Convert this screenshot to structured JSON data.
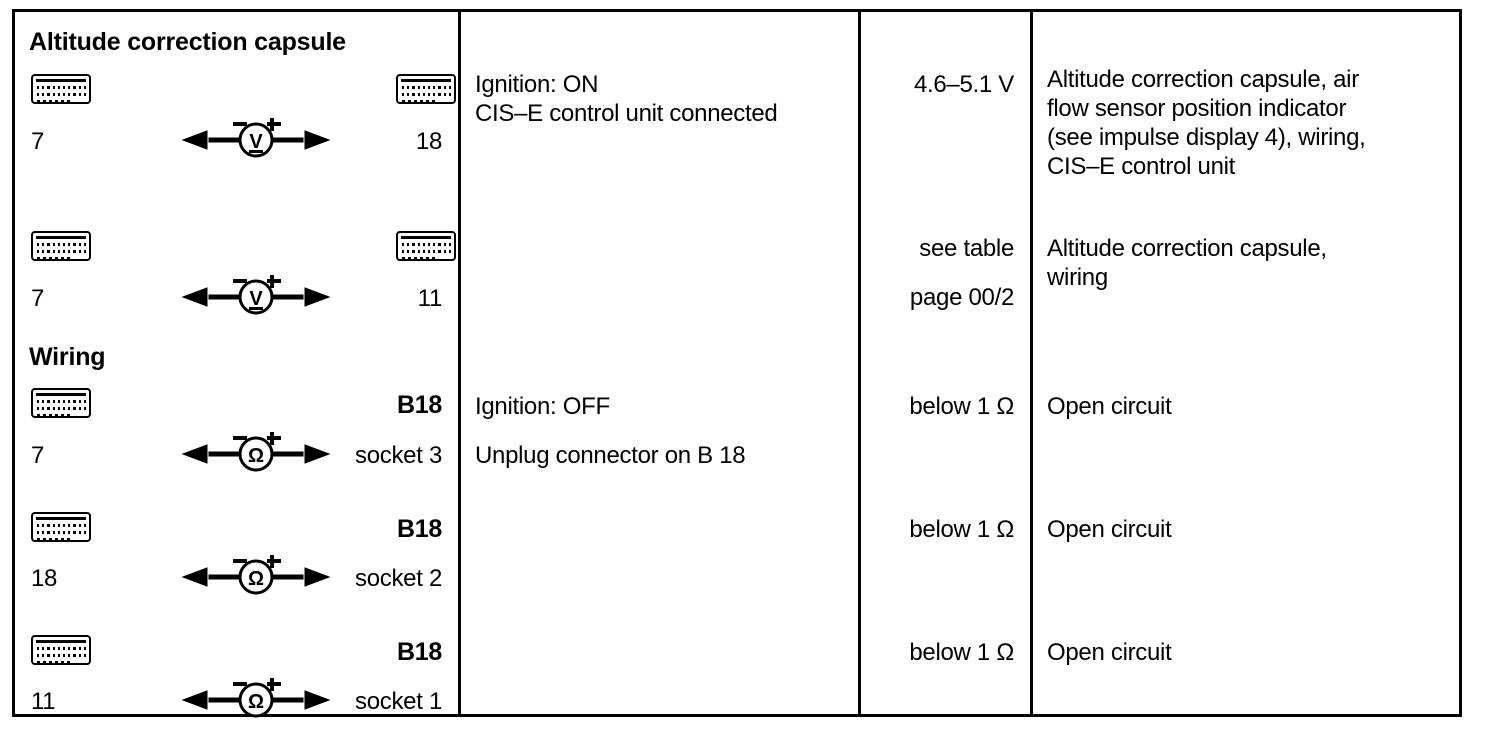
{
  "document": {
    "type": "automotive-test-table",
    "title": "Altitude correction capsule test table"
  },
  "columns": {
    "diagram_header": "",
    "condition_header": "",
    "value_header": "",
    "description_header": ""
  },
  "sections": [
    {
      "id": "altitude",
      "label": "Altitude correction capsule"
    },
    {
      "id": "wiring",
      "label": "Wiring"
    }
  ],
  "rows": [
    {
      "id": "row-1",
      "section": "altitude",
      "left_pin": "7",
      "right_pin": "18",
      "right_pin_bold": false,
      "left_icon": "connector-plug-icon",
      "right_icon": "connector-plug-icon",
      "meter": "voltmeter-icon",
      "meter_symbol": "V",
      "meter_minus": "–",
      "meter_plus": "+",
      "conditions": [
        "Ignition: ON",
        "CIS–E control unit connected"
      ],
      "value": [
        "4.6–5.1 V"
      ],
      "description": [
        "Altitude correction capsule, air",
        "flow sensor position indicator",
        "(see impulse display 4), wiring,",
        "CIS–E control unit"
      ]
    },
    {
      "id": "row-2",
      "section": "altitude",
      "left_pin": "7",
      "right_pin": "11",
      "right_pin_bold": false,
      "left_icon": "connector-plug-icon",
      "right_icon": "connector-plug-icon",
      "meter": "voltmeter-icon",
      "meter_symbol": "V",
      "meter_minus": "–",
      "meter_plus": "+",
      "conditions": [],
      "value": [
        "see table",
        "page 00/2"
      ],
      "description": [
        "Altitude correction capsule,",
        "wiring"
      ]
    },
    {
      "id": "row-3",
      "section": "wiring",
      "left_pin": "7",
      "right_pin": "B18",
      "right_pin_sub": "socket 3",
      "right_pin_bold": true,
      "left_icon": "connector-plug-icon",
      "right_icon": "",
      "meter": "ohmmeter-icon",
      "meter_symbol": "Ω",
      "meter_minus": "–",
      "meter_plus": "+",
      "conditions": [
        "Ignition: OFF",
        "Unplug connector on B 18"
      ],
      "value": [
        "below 1 Ω"
      ],
      "description": [
        "Open circuit"
      ]
    },
    {
      "id": "row-4",
      "section": "wiring",
      "left_pin": "18",
      "right_pin": "B18",
      "right_pin_sub": "socket 2",
      "right_pin_bold": true,
      "left_icon": "connector-plug-icon",
      "right_icon": "",
      "meter": "ohmmeter-icon",
      "meter_symbol": "Ω",
      "meter_minus": "–",
      "meter_plus": "+",
      "conditions": [],
      "value": [
        "below 1 Ω"
      ],
      "description": [
        "Open circuit"
      ]
    },
    {
      "id": "row-5",
      "section": "wiring",
      "left_pin": "11",
      "right_pin": "B18",
      "right_pin_sub": "socket 1",
      "right_pin_bold": true,
      "left_icon": "connector-plug-icon",
      "right_icon": "",
      "meter": "ohmmeter-icon",
      "meter_symbol": "Ω",
      "meter_minus": "–",
      "meter_plus": "+",
      "conditions": [],
      "value": [
        "below 1 Ω"
      ],
      "description": [
        "Open circuit"
      ]
    }
  ],
  "colors": {
    "ink": "#000000",
    "paper": "#ffffff"
  }
}
